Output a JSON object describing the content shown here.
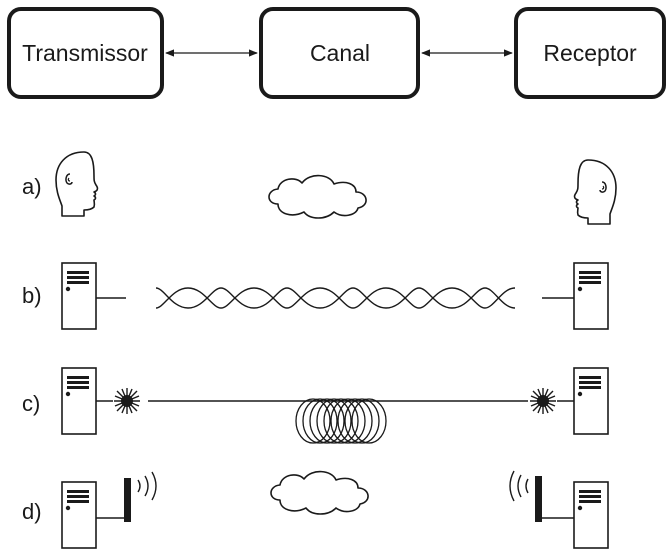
{
  "blocks": {
    "transmitter": "Transmissor",
    "channel": "Canal",
    "receiver": "Receptor"
  },
  "rows": [
    {
      "label": "a)",
      "medium": "air"
    },
    {
      "label": "b)",
      "medium": "twisted-pair-cable"
    },
    {
      "label": "c)",
      "medium": "optical-fiber"
    },
    {
      "label": "d)",
      "medium": "radio"
    }
  ],
  "icons": {
    "head": "head-icon",
    "computer": "computer-icon",
    "cloud": "cloud-icon",
    "laser": "laser-icon",
    "antenna": "antenna-icon",
    "radio_waves": "radio-waves-icon",
    "fiber_coil": "fiber-coil-icon",
    "twisted_pair": "twisted-pair-icon"
  },
  "colors": {
    "stroke": "#1a1a1a",
    "background": "#ffffff"
  }
}
